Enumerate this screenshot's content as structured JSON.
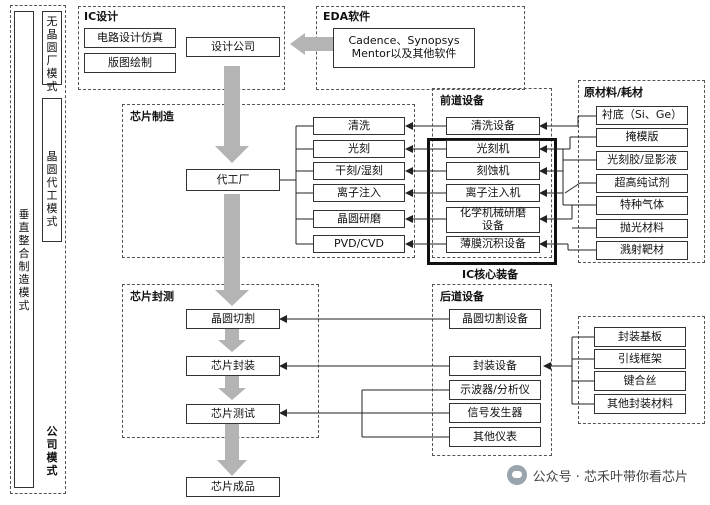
{
  "sidebar": {
    "vertical_integration": "垂直整合制造模式",
    "fabless": "无晶圆厂模式",
    "foundry": "晶圆代工模式",
    "company_mode": "公司模式"
  },
  "ic_design": {
    "title": "IC设计",
    "circuit_sim": "电路设计仿真",
    "layout": "版图绘制",
    "design_company": "设计公司"
  },
  "eda": {
    "title": "EDA软件",
    "text": "Cadence、Synopsys\nMentor以及其他软件"
  },
  "manufacturing": {
    "title": "芯片制造",
    "foundry_box": "代工厂",
    "steps": [
      "清洗",
      "光刻",
      "干刻/湿刻",
      "离子注入",
      "晶圆研磨",
      "PVD/CVD"
    ]
  },
  "front_equipment": {
    "title": "前道设备",
    "items": [
      "清洗设备",
      "光刻机",
      "刻蚀机",
      "离子注入机",
      "化学机械研磨设备",
      "薄膜沉积设备"
    ],
    "core_label": "IC核心装备"
  },
  "materials": {
    "title": "原材料/耗材",
    "items": [
      "衬底（Si、Ge）",
      "掩模版",
      "光刻胶/显影液",
      "超高纯试剂",
      "特种气体",
      "抛光材料",
      "溅射靶材"
    ]
  },
  "packaging": {
    "title": "芯片封测",
    "items": [
      "晶圆切割",
      "芯片封装",
      "芯片测试"
    ],
    "final": "芯片成品"
  },
  "back_equipment": {
    "title": "后道设备",
    "items": [
      "晶圆切割设备",
      "封装设备",
      "示波器/分析仪",
      "信号发生器",
      "其他仪表"
    ]
  },
  "package_materials": {
    "items": [
      "封装基板",
      "引线框架",
      "键合丝",
      "其他封装材料"
    ]
  },
  "watermark": "公众号 · 芯禾叶带你看芯片"
}
